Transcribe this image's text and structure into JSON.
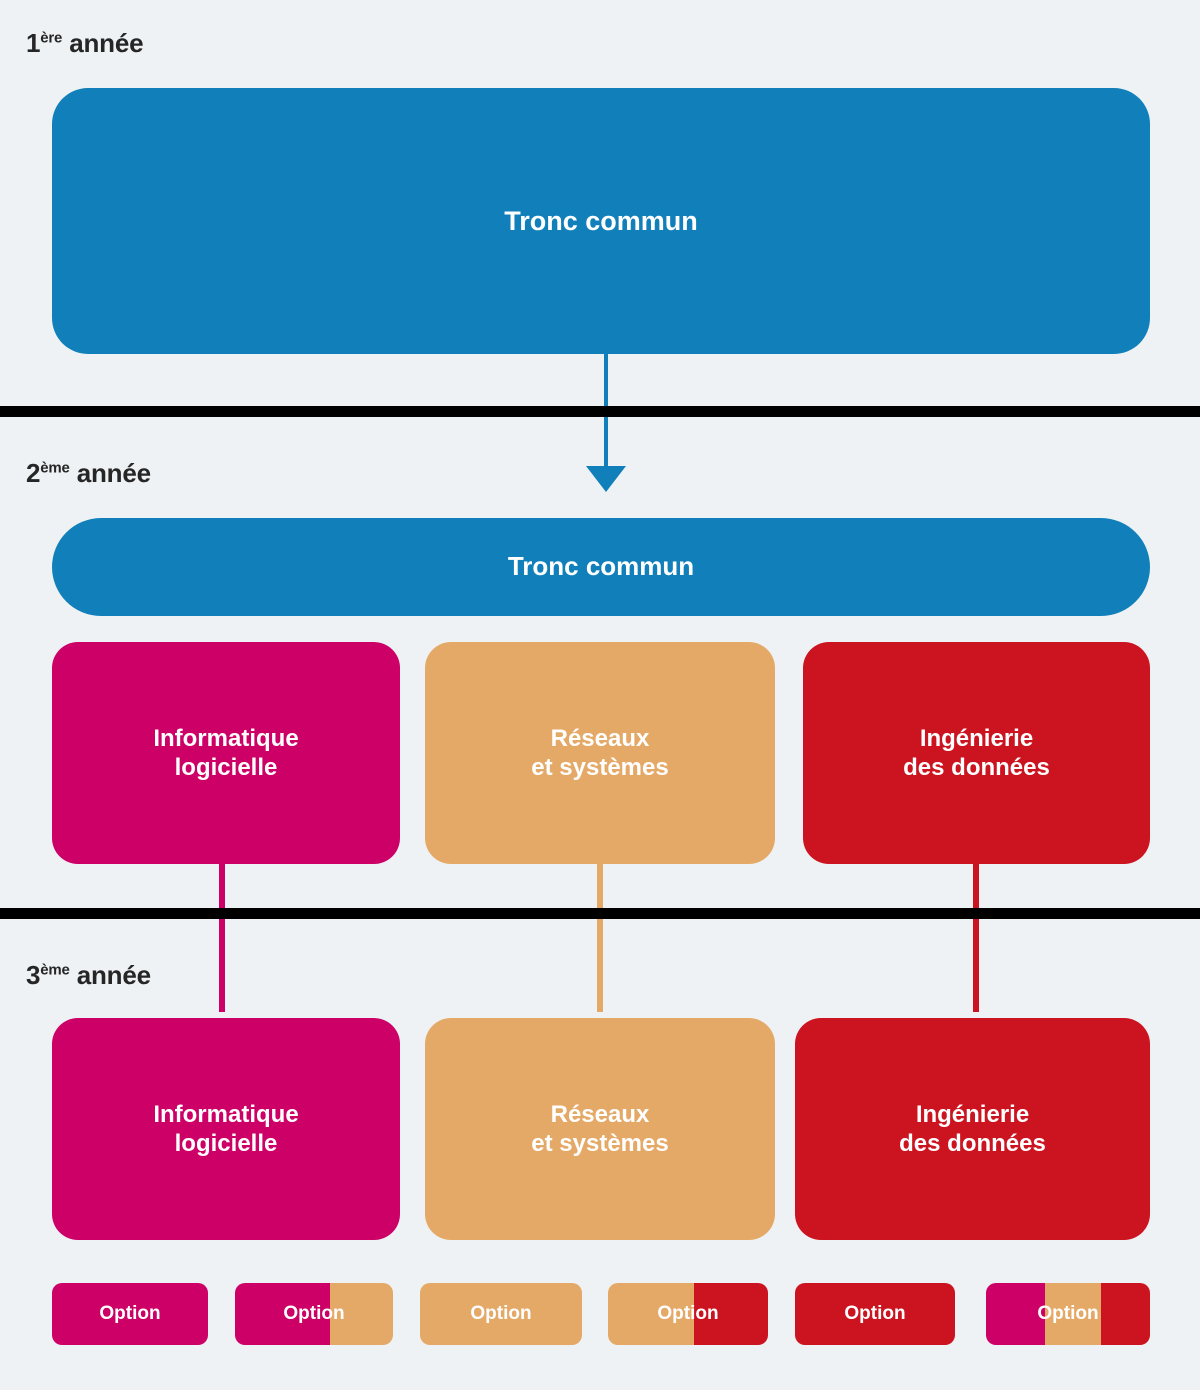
{
  "colors": {
    "background": "#eef2f4",
    "blue": "#1180ba",
    "magenta": "#cc0066",
    "orange": "#e5a967",
    "red": "#cc1420",
    "divider": "#000000",
    "text_light": "#ffffff",
    "text_dark": "#262626"
  },
  "years": [
    {
      "number": "1",
      "ordinal": "ère",
      "word": "année"
    },
    {
      "number": "2",
      "ordinal": "ème",
      "word": "année"
    },
    {
      "number": "3",
      "ordinal": "ème",
      "word": "année"
    }
  ],
  "year1": {
    "core_label": "Tronc commun"
  },
  "year2": {
    "core_label": "Tronc commun",
    "tracks": [
      {
        "line1": "Informatique",
        "line2": "logicielle",
        "color": "#cc0066"
      },
      {
        "line1": "Réseaux",
        "line2": "et systèmes",
        "color": "#e5a967"
      },
      {
        "line1": "Ingénierie",
        "line2": "des données",
        "color": "#cc1420"
      }
    ]
  },
  "year3": {
    "tracks": [
      {
        "line1": "Informatique",
        "line2": "logicielle",
        "color": "#cc0066"
      },
      {
        "line1": "Réseaux",
        "line2": "et systèmes",
        "color": "#e5a967"
      },
      {
        "line1": "Ingénierie",
        "line2": "des données",
        "color": "#cc1420"
      }
    ],
    "options": [
      {
        "label": "Option",
        "bands": [
          "#cc0066"
        ]
      },
      {
        "label": "Option",
        "bands": [
          "#cc0066",
          "#e5a967"
        ]
      },
      {
        "label": "Option",
        "bands": [
          "#e5a967"
        ]
      },
      {
        "label": "Option",
        "bands": [
          "#e5a967",
          "#cc1420"
        ]
      },
      {
        "label": "Option",
        "bands": [
          "#cc1420"
        ]
      },
      {
        "label": "Option",
        "bands": [
          "#cc0066",
          "#e5a967",
          "#cc1420"
        ]
      }
    ]
  }
}
